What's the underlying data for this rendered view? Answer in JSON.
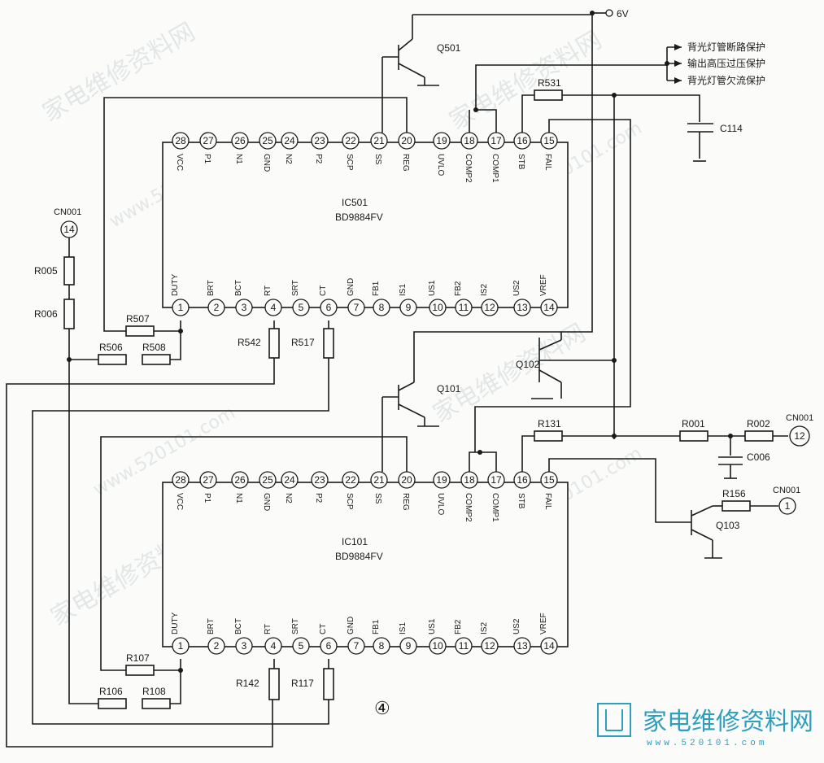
{
  "watermarks": {
    "site_cn": "家电维修资料网",
    "site_url": "www.520101.com"
  },
  "logo": {
    "text": "家电维修资料网",
    "url": "www.520101.com"
  },
  "figure_number": "④",
  "power_label": "6V",
  "protection_labels": [
    "背光灯管断路保护",
    "输出高压过压保护",
    "背光灯管欠流保护"
  ],
  "ics": [
    {
      "ref": "IC501",
      "part": "BD9884FV"
    },
    {
      "ref": "IC101",
      "part": "BD9884FV"
    }
  ],
  "top_pins": [
    {
      "num": "28",
      "name": "VCC"
    },
    {
      "num": "27",
      "name": "P1"
    },
    {
      "num": "26",
      "name": "N1"
    },
    {
      "num": "25",
      "name": "GND"
    },
    {
      "num": "24",
      "name": "N2"
    },
    {
      "num": "23",
      "name": "P2"
    },
    {
      "num": "22",
      "name": "SCP"
    },
    {
      "num": "21",
      "name": "SS"
    },
    {
      "num": "20",
      "name": "REG"
    },
    {
      "num": "19",
      "name": "UVLO"
    },
    {
      "num": "18",
      "name": "COMP2"
    },
    {
      "num": "17",
      "name": "COMP1"
    },
    {
      "num": "16",
      "name": "STB"
    },
    {
      "num": "15",
      "name": "FAIL"
    }
  ],
  "bottom_pins": [
    {
      "num": "1",
      "name": "DUTY"
    },
    {
      "num": "2",
      "name": "BRT"
    },
    {
      "num": "3",
      "name": "BCT"
    },
    {
      "num": "4",
      "name": "RT"
    },
    {
      "num": "5",
      "name": "SRT"
    },
    {
      "num": "6",
      "name": "CT"
    },
    {
      "num": "7",
      "name": "GND"
    },
    {
      "num": "8",
      "name": "FB1"
    },
    {
      "num": "9",
      "name": "IS1"
    },
    {
      "num": "10",
      "name": "US1"
    },
    {
      "num": "11",
      "name": "FB2"
    },
    {
      "num": "12",
      "name": "IS2"
    },
    {
      "num": "13",
      "name": "US2"
    },
    {
      "num": "14",
      "name": "VREF"
    }
  ],
  "resistors": {
    "R005": "R005",
    "R006": "R006",
    "R507": "R507",
    "R506": "R506",
    "R508": "R508",
    "R542": "R542",
    "R517": "R517",
    "R531": "R531",
    "R131": "R131",
    "R001": "R001",
    "R002": "R002",
    "R156": "R156",
    "R107": "R107",
    "R106": "R106",
    "R108": "R108",
    "R142": "R142",
    "R117": "R117"
  },
  "capacitors": {
    "C114": "C114",
    "C006": "C006"
  },
  "transistors": {
    "Q501": "Q501",
    "Q101": "Q101",
    "Q102": "Q102",
    "Q103": "Q103"
  },
  "connectors": [
    {
      "ref": "CN001",
      "pin": "14"
    },
    {
      "ref": "CN001",
      "pin": "12"
    },
    {
      "ref": "CN001",
      "pin": "1"
    }
  ],
  "colors": {
    "ink": "#1a1a1a",
    "watermark": "#cfd6d8",
    "logo": "#2f9fc0"
  }
}
